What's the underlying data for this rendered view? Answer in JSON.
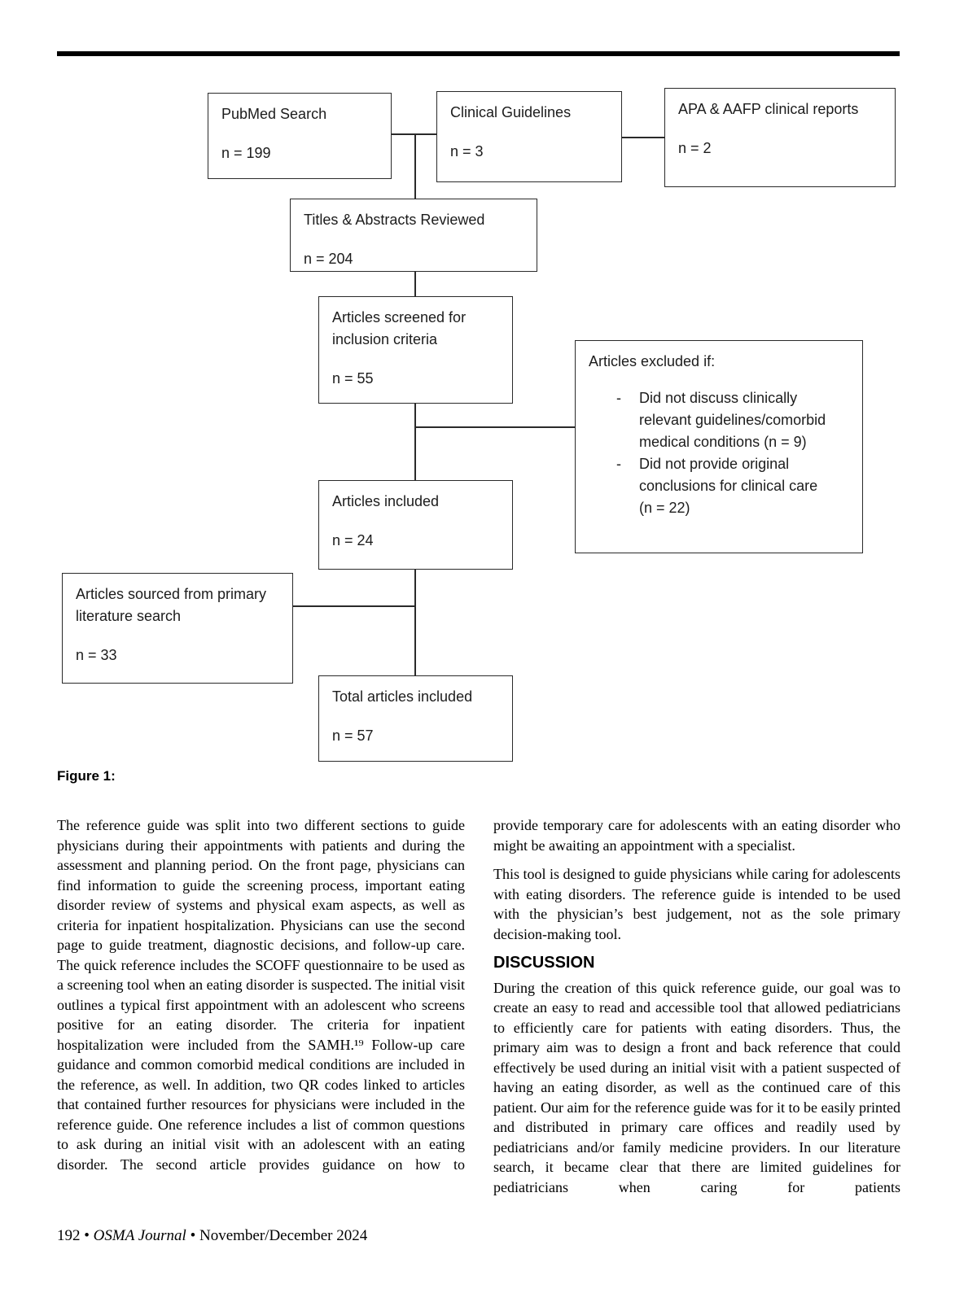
{
  "figure": {
    "caption": "Figure 1:",
    "boxes": {
      "pubmed": {
        "title": "PubMed Search",
        "count": "n = 199"
      },
      "clinical_guidelines": {
        "title": "Clinical Guidelines",
        "count": "n = 3"
      },
      "apa_aafp": {
        "title": "APA & AAFP clinical reports",
        "count": "n = 2"
      },
      "titles_abstracts": {
        "title": "Titles & Abstracts Reviewed",
        "count": "n = 204"
      },
      "screened": {
        "title": "Articles screened for inclusion criteria",
        "count": "n = 55"
      },
      "excluded": {
        "title": "Articles excluded if:",
        "bullet_marker": "-",
        "bullets": [
          "Did not discuss clinically relevant guidelines/comorbid medical conditions (n = 9)",
          "Did not provide original conclusions for clinical care (n =  22)"
        ]
      },
      "included": {
        "title": "Articles included",
        "count": "n = 24"
      },
      "sourced": {
        "title": "Articles sourced from primary literature search",
        "count": "n = 33"
      },
      "total": {
        "title": "Total articles included",
        "count": "n = 57"
      }
    }
  },
  "body": {
    "left_paragraph": "The reference guide was split into two different sections to guide physicians during their appointments with patients and during the assessment and planning period. On the front page, physicians can find information to guide the screening process, important eating disorder review of systems and physical exam aspects, as well as criteria for inpatient hospitalization. Physicians can use the second page to guide treatment, diagnostic decisions, and follow-up care. The quick reference includes the SCOFF questionnaire to be used as a screening tool when an eating disorder is suspected. The initial visit outlines a typical first appointment with an adolescent who screens positive for an eating disorder. The criteria for inpatient hospitalization were included from the SAMH.¹⁹ Follow-up care guidance and common comorbid medical conditions are included in the reference, as well. In addition, two QR codes linked to articles that contained further resources for physicians were included in the reference guide. One reference includes a list of common questions to ask during an initial visit with an adolescent with an eating disorder. The second article provides guidance on how to",
    "right_p1": "provide temporary care for adolescents with an eating disorder who might be awaiting an appointment with a specialist.",
    "right_p2": "This tool is designed to guide physicians while caring for adolescents with eating disorders. The reference guide is intended to be used with the physician’s best judgement, not as the sole primary decision-making tool.",
    "discussion_heading": "DISCUSSION",
    "right_p3": "During the creation of this quick reference guide, our goal was to create an easy to read and accessible tool that allowed pediatricians to efficiently care for patients with eating disorders. Thus, the primary aim was to design a front and back reference that could effectively be used during an initial visit with a patient suspected of having an eating disorder, as well as the continued care of this patient. Our aim for the reference guide was for it to be easily printed and distributed in primary care offices and readily used by pediatricians and/or family medicine providers. In our literature search, it became clear that there are limited guidelines for pediatricians when caring for patients"
  },
  "footer": {
    "left": "192 • ",
    "journal": "OSMA Journal",
    "right": " • November/December 2024"
  }
}
